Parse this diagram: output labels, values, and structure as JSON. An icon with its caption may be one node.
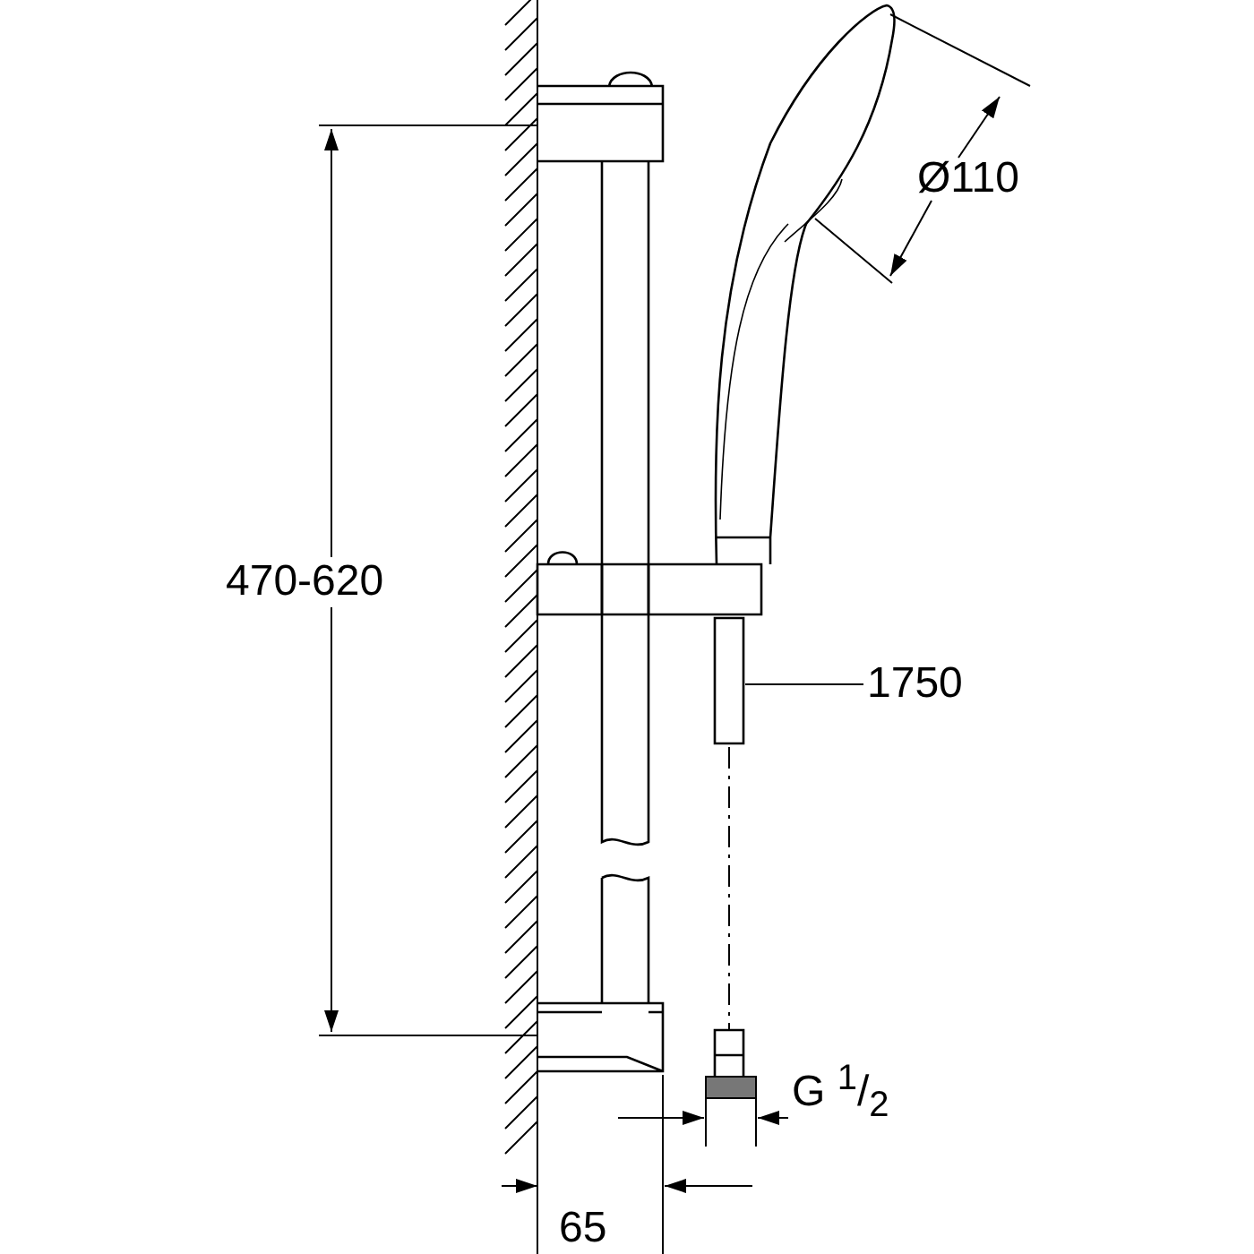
{
  "diagram": {
    "nodes": [
      {
        "text": [
          "1750"
        ]
      },
      {
        "text": [],
        "shape": "picture"
      }
    ],
    "edges": [
      {
        "from": 0,
        "to": 1,
        "arrow": "none"
      }
    ],
    "labels": [
      "Ø110",
      "470-620",
      "G $^{1}$/$_{2}$",
      "65"
    ]
  }
}
